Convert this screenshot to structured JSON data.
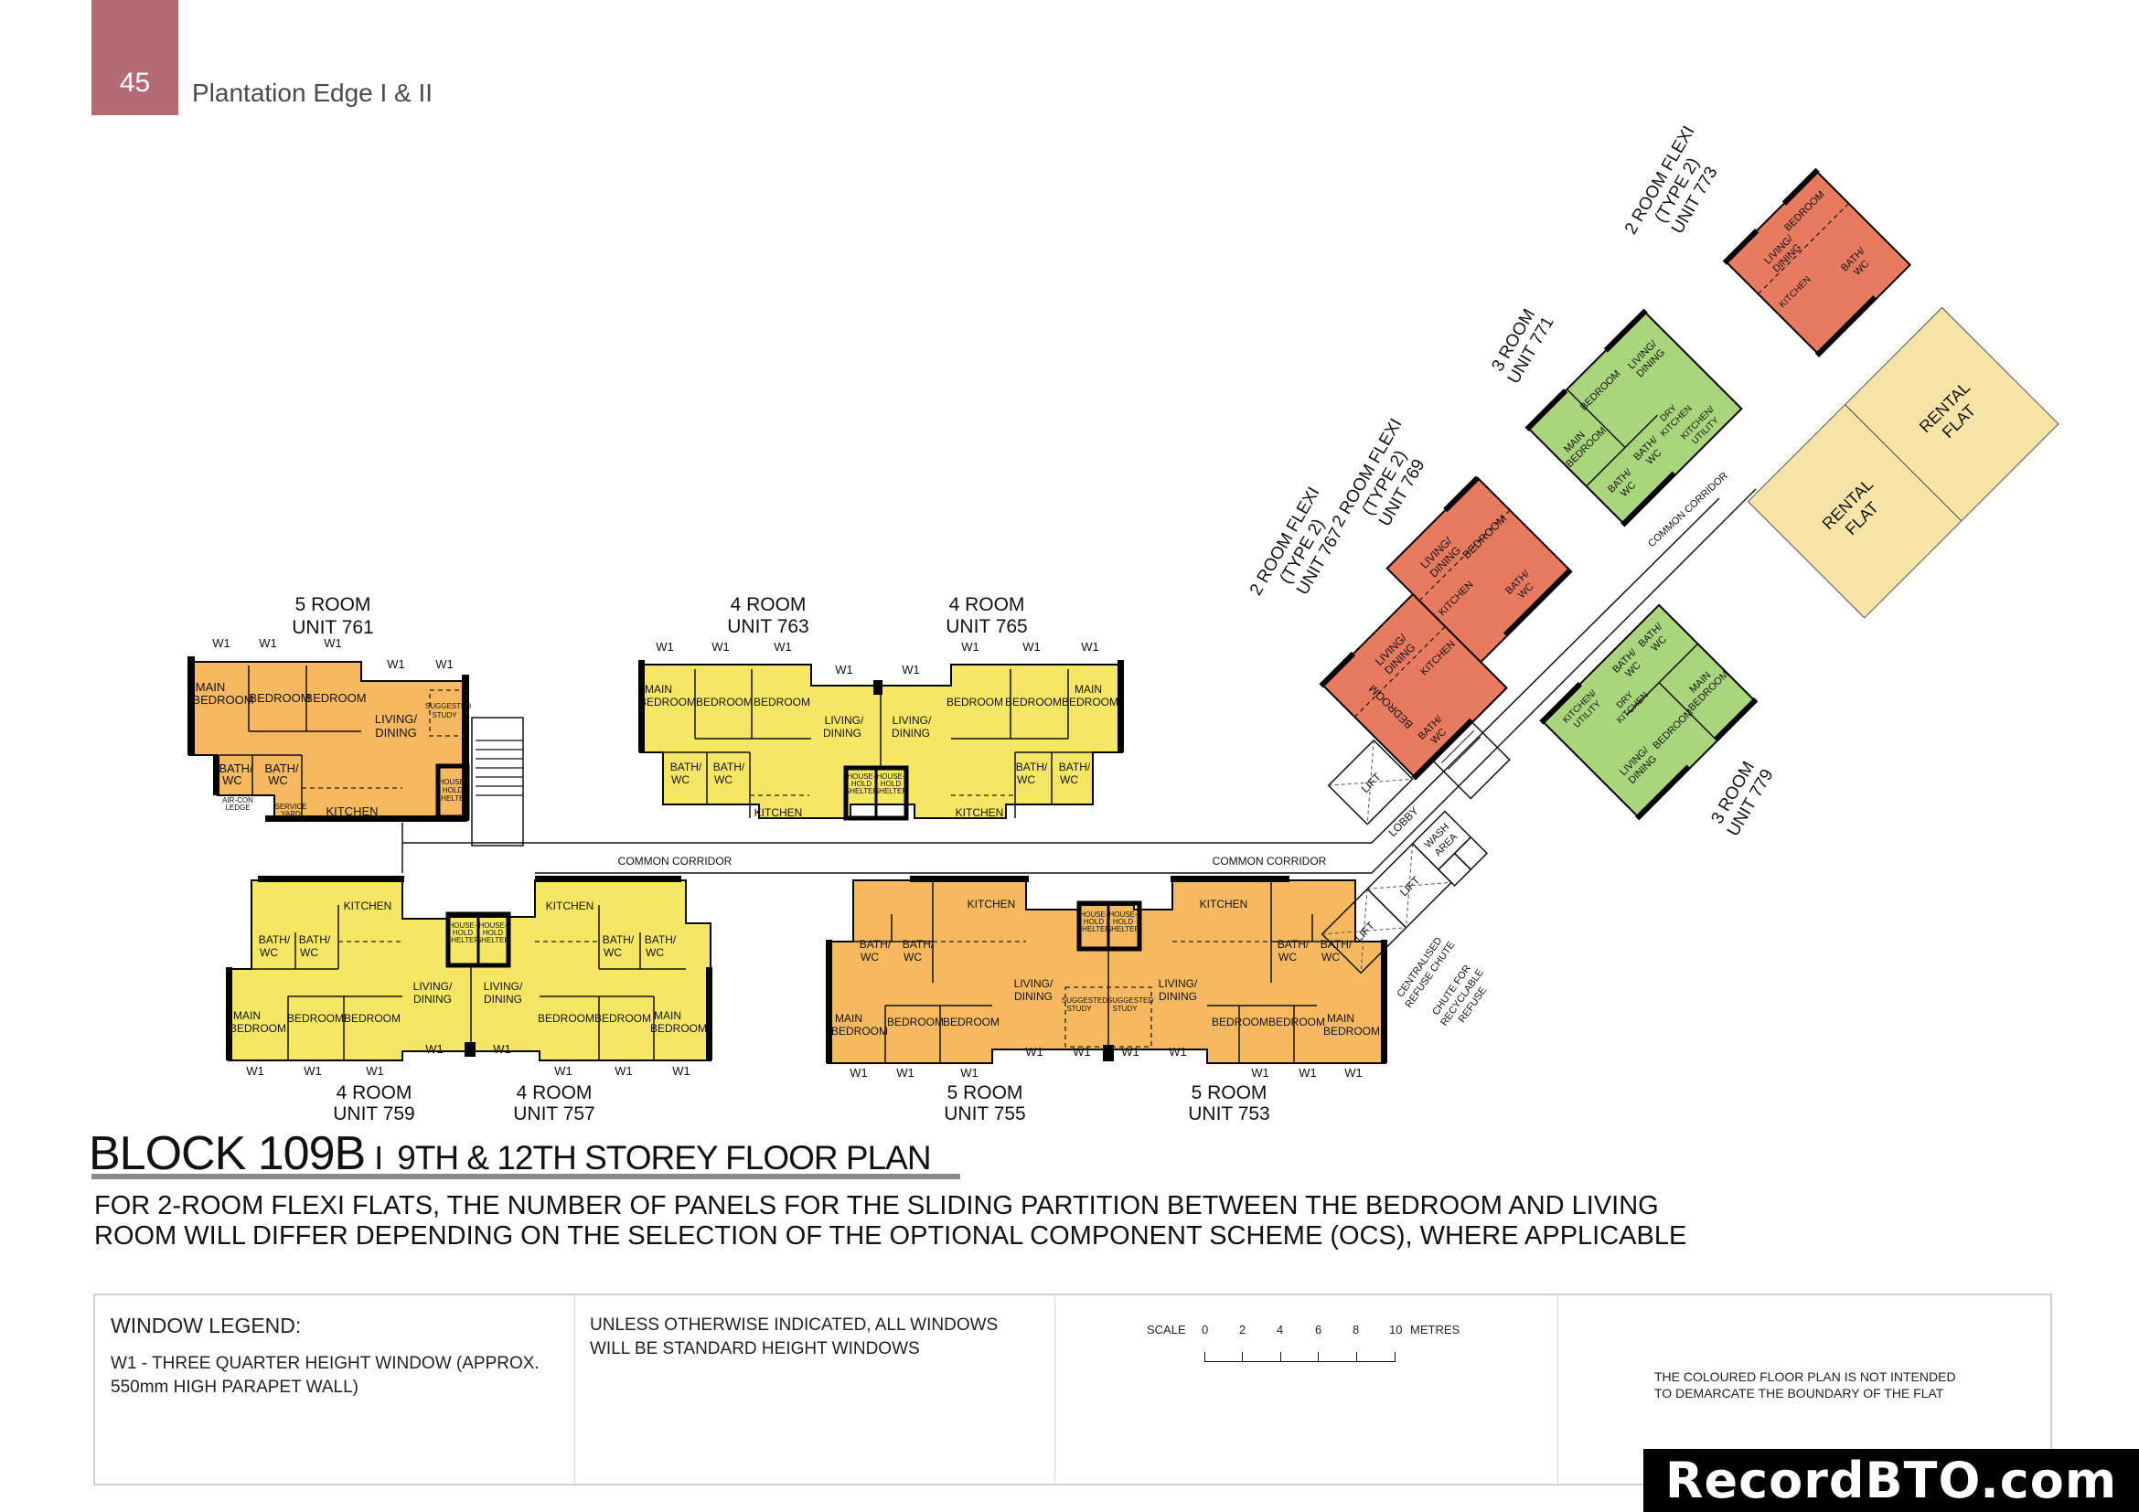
{
  "header": {
    "page_number": "45",
    "title": "Plantation Edge I & II",
    "accent_color": "#b46b76"
  },
  "colors": {
    "five_room": "#f6b95f",
    "four_room": "#f5e764",
    "three_room": "#a9d57c",
    "two_room_flexi": "#e77a5f",
    "rental_flat": "#f8e4a6"
  },
  "plan": {
    "corridor_label": "COMMON CORRIDOR",
    "window_tag": "W1",
    "units": [
      {
        "type": "5 ROOM",
        "unit": "UNIT 761"
      },
      {
        "type": "4 ROOM",
        "unit": "UNIT 763"
      },
      {
        "type": "4 ROOM",
        "unit": "UNIT 765"
      },
      {
        "type": "4 ROOM",
        "unit": "UNIT 759"
      },
      {
        "type": "4 ROOM",
        "unit": "UNIT 757"
      },
      {
        "type": "5 ROOM",
        "unit": "UNIT 755"
      },
      {
        "type": "5 ROOM",
        "unit": "UNIT 753"
      },
      {
        "type": "2 ROOM FLEXI",
        "subtype": "(TYPE 2)",
        "unit": "UNIT 767"
      },
      {
        "type": "2 ROOM FLEXI",
        "subtype": "(TYPE 2)",
        "unit": "UNIT 769"
      },
      {
        "type": "3 ROOM",
        "unit": "UNIT 771"
      },
      {
        "type": "2 ROOM FLEXI",
        "subtype": "(TYPE 2)",
        "unit": "UNIT 773"
      },
      {
        "type": "3 ROOM",
        "unit": "UNIT 779"
      }
    ],
    "rooms": {
      "main_bedroom_1": "MAIN",
      "main_bedroom_2": "BEDROOM",
      "bedroom": "BEDROOM",
      "living_1": "LIVING/",
      "living_2": "DINING",
      "bath_1": "BATH/",
      "bath_2": "WC",
      "kitchen": "KITCHEN",
      "kitchen_utility_1": "KITCHEN/",
      "kitchen_utility_2": "UTILITY",
      "dry_kitchen_1": "DRY",
      "dry_kitchen_2": "KITCHEN",
      "study_1": "SUGGESTED",
      "study_2": "STUDY",
      "shelter_1": "HOUSE-",
      "shelter_2": "HOLD",
      "shelter_3": "SHELTER",
      "aircon_1": "AIR-CON",
      "aircon_2": "LEDGE",
      "service_1": "SERVICE",
      "service_2": "YARD"
    },
    "core": {
      "lift": "LIFT",
      "lobby": "LOBBY",
      "wash_1": "WASH",
      "wash_2": "AREA",
      "refuse_1": "CENTRALISED",
      "refuse_2": "REFUSE CHUTE",
      "recycle_1": "CHUTE FOR",
      "recycle_2": "RECYCLABLE",
      "recycle_3": "REFUSE"
    },
    "rental_1": "RENTAL",
    "rental_2": "FLAT"
  },
  "block": {
    "name": "BLOCK 109B",
    "separator": "I",
    "subtitle": "9TH & 12TH STOREY FLOOR PLAN",
    "note_line1": "FOR 2-ROOM FLEXI FLATS, THE NUMBER OF PANELS FOR THE SLIDING PARTITION BETWEEN THE BEDROOM AND LIVING",
    "note_line2": "ROOM WILL DIFFER DEPENDING ON THE SELECTION OF THE OPTIONAL COMPONENT SCHEME (OCS), WHERE APPLICABLE"
  },
  "legend": {
    "heading": "WINDOW LEGEND:",
    "w1_line1": "W1  -  THREE QUARTER HEIGHT WINDOW (APPROX.",
    "w1_line2": "550mm HIGH PARAPET WALL)",
    "standard_line1": "UNLESS OTHERWISE INDICATED,  ALL WINDOWS",
    "standard_line2": "WILL BE STANDARD HEIGHT WINDOWS",
    "scale_label": "SCALE",
    "scale_ticks": [
      "0",
      "2",
      "4",
      "6",
      "8",
      "10"
    ],
    "scale_unit": "METRES",
    "disclaimer_line1": "THE COLOURED FLOOR PLAN IS NOT INTENDED",
    "disclaimer_line2": "TO DEMARCATE THE BOUNDARY OF THE FLAT"
  },
  "watermark": "RecordBTO.com"
}
